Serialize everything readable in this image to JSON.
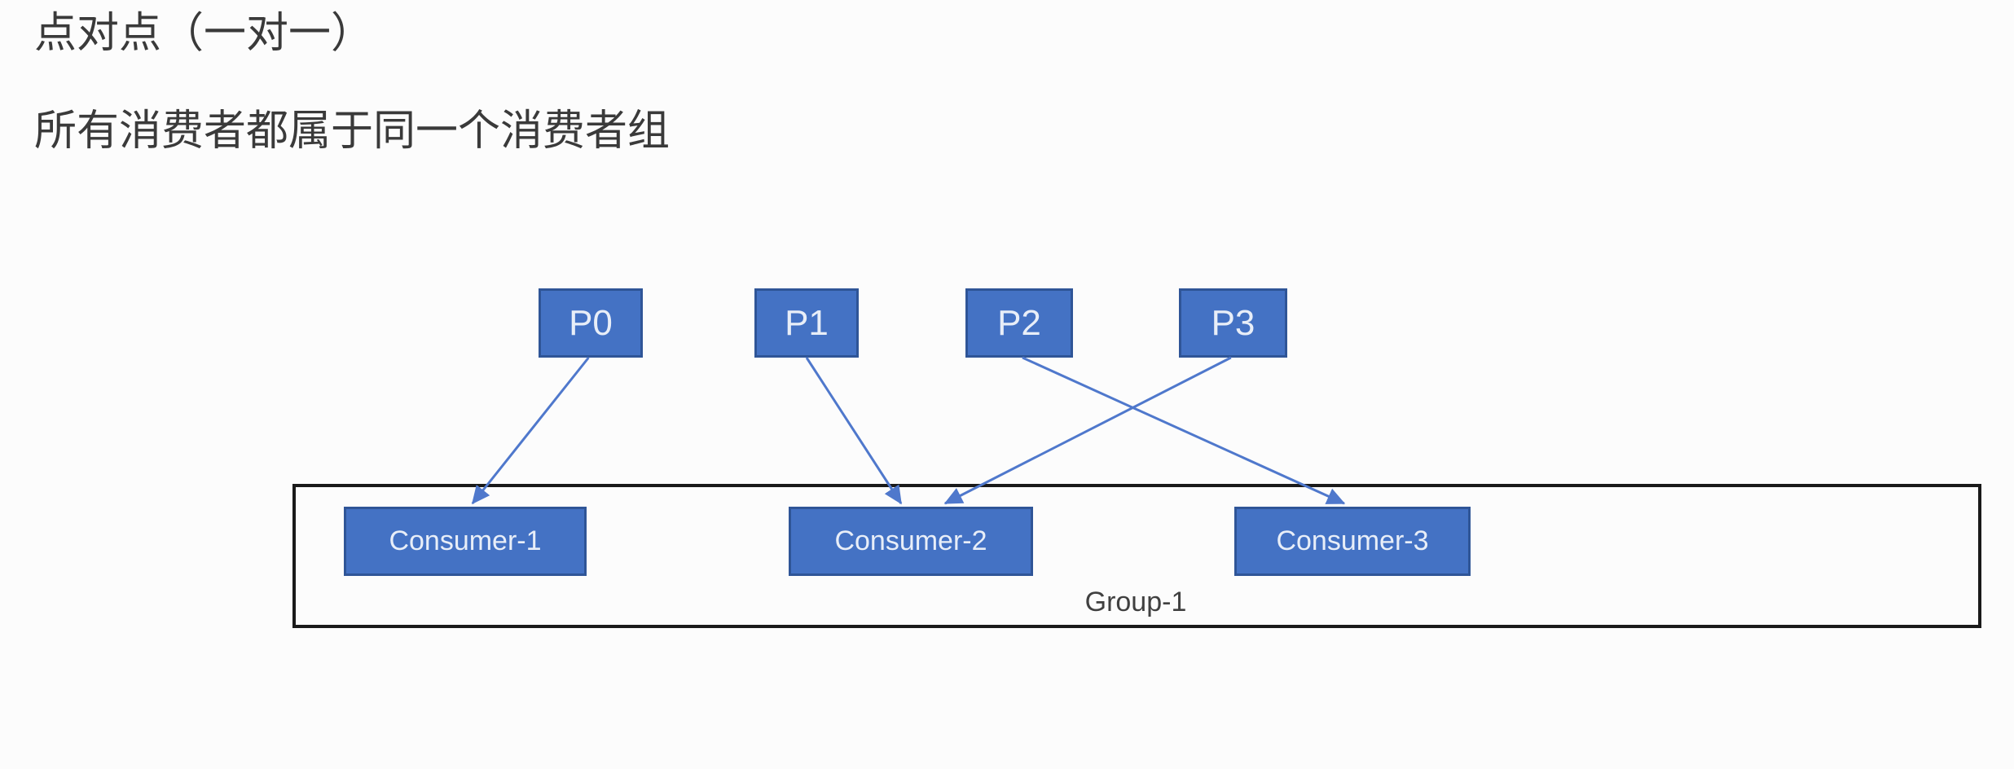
{
  "page": {
    "title": "点对点（一对一）",
    "subtitle": "所有消费者都属于同一个消费者组"
  },
  "colors": {
    "node_fill": "#4472c4",
    "node_border": "#2f5597",
    "node_text": "#e8eef8",
    "arrow": "#4f78cc",
    "group_border": "#1a1a1a",
    "heading_text": "#3a3a3a",
    "group_label_text": "#404040",
    "page_bg": "#fcfcfc"
  },
  "diagram": {
    "partitions": [
      {
        "id": "p0",
        "label": "P0"
      },
      {
        "id": "p1",
        "label": "P1"
      },
      {
        "id": "p2",
        "label": "P2"
      },
      {
        "id": "p3",
        "label": "P3"
      }
    ],
    "consumers": [
      {
        "id": "consumer-1",
        "label": "Consumer-1"
      },
      {
        "id": "consumer-2",
        "label": "Consumer-2"
      },
      {
        "id": "consumer-3",
        "label": "Consumer-3"
      }
    ],
    "group": {
      "label": "Group-1"
    },
    "edges": [
      {
        "from": "p0",
        "to": "consumer-1",
        "from_frac": 0.48,
        "to_frac": 0.53
      },
      {
        "from": "p1",
        "to": "consumer-2",
        "from_frac": 0.5,
        "to_frac": 0.46
      },
      {
        "from": "p2",
        "to": "consumer-3",
        "from_frac": 0.53,
        "to_frac": 0.465
      },
      {
        "from": "p3",
        "to": "consumer-2",
        "from_frac": 0.48,
        "to_frac": 0.64
      }
    ]
  }
}
